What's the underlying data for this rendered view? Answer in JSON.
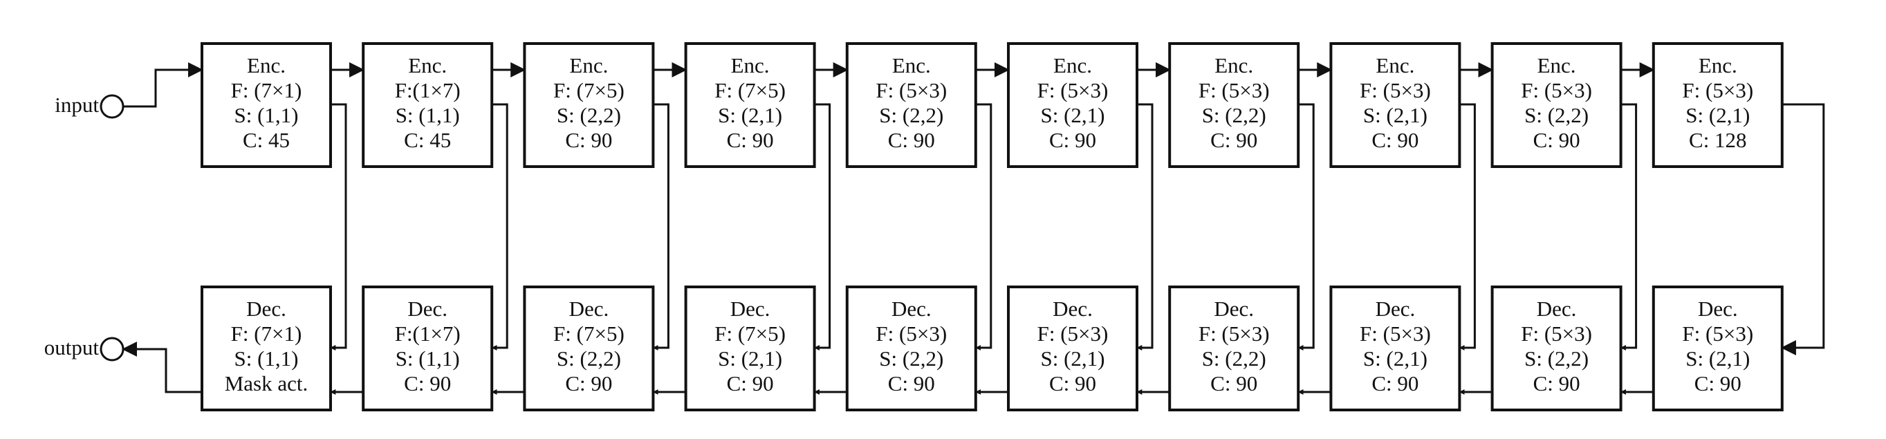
{
  "io": {
    "input_label": "input",
    "output_label": "output"
  },
  "encoders": [
    {
      "lines": [
        "Enc.",
        "F: (7×1)",
        "S: (1,1)",
        "C: 45"
      ]
    },
    {
      "lines": [
        "Enc.",
        "F:(1×7)",
        "S: (1,1)",
        "C:  45"
      ]
    },
    {
      "lines": [
        "Enc.",
        "F: (7×5)",
        "S: (2,2)",
        "C: 90"
      ]
    },
    {
      "lines": [
        "Enc.",
        "F: (7×5)",
        "S: (2,1)",
        "C: 90"
      ]
    },
    {
      "lines": [
        "Enc.",
        "F: (5×3)",
        "S: (2,2)",
        "C: 90"
      ]
    },
    {
      "lines": [
        "Enc.",
        "F: (5×3)",
        "S: (2,1)",
        "C: 90"
      ]
    },
    {
      "lines": [
        "Enc.",
        "F: (5×3)",
        "S: (2,2)",
        "C: 90"
      ]
    },
    {
      "lines": [
        "Enc.",
        "F: (5×3)",
        "S: (2,1)",
        "C: 90"
      ]
    },
    {
      "lines": [
        "Enc.",
        "F: (5×3)",
        "S: (2,2)",
        "C: 90"
      ]
    },
    {
      "lines": [
        "Enc.",
        "F: (5×3)",
        "S: (2,1)",
        "C: 128"
      ]
    }
  ],
  "decoders": [
    {
      "lines": [
        "Dec.",
        "F: (7×1)",
        "S: (1,1)",
        "Mask act."
      ]
    },
    {
      "lines": [
        "Dec.",
        "F:(1×7)",
        "S: (1,1)",
        "C: 90"
      ]
    },
    {
      "lines": [
        "Dec.",
        "F: (7×5)",
        "S: (2,2)",
        "C: 90"
      ]
    },
    {
      "lines": [
        "Dec.",
        "F: (7×5)",
        "S: (2,1)",
        "C: 90"
      ]
    },
    {
      "lines": [
        "Dec.",
        "F: (5×3)",
        "S: (2,2)",
        "C: 90"
      ]
    },
    {
      "lines": [
        "Dec.",
        "F: (5×3)",
        "S: (2,1)",
        "C: 90"
      ]
    },
    {
      "lines": [
        "Dec.",
        "F: (5×3)",
        "S: (2,2)",
        "C: 90"
      ]
    },
    {
      "lines": [
        "Dec.",
        "F: (5×3)",
        "S: (2,1)",
        "C: 90"
      ]
    },
    {
      "lines": [
        "Dec.",
        "F: (5×3)",
        "S: (2,2)",
        "C: 90"
      ]
    },
    {
      "lines": [
        "Dec.",
        "F: (5×3)",
        "S: (2,1)",
        "C: 90"
      ]
    }
  ]
}
